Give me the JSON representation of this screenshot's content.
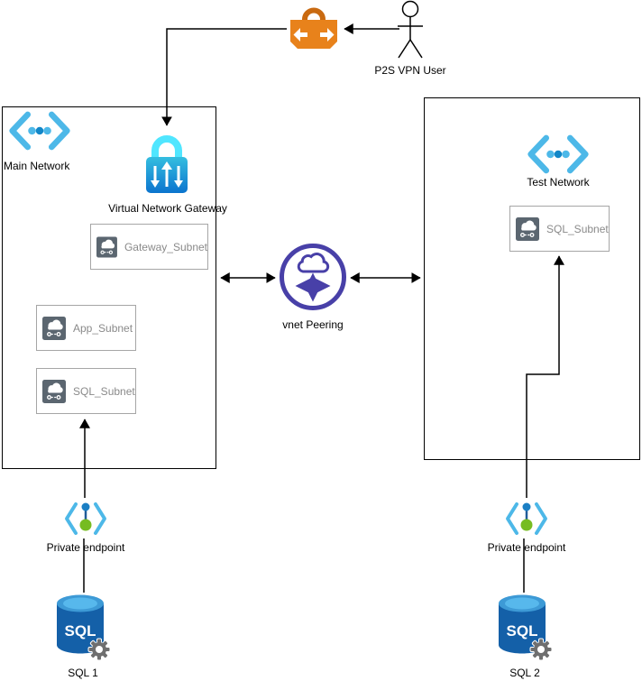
{
  "palette": {
    "vpn_orange": "#E8821B",
    "vpn_orange_dark": "#C96A11",
    "azure_cyan": "#4DB8E8",
    "azure_blue": "#1287C8",
    "vng_shackle": "#50E6FF",
    "peering_purple": "#4840A8",
    "subnet_gray": "#5B6670",
    "endpoint_green": "#76BC21",
    "endpoint_blue": "#1B7FC4",
    "sql_body_blue": "#1460A8",
    "sql_top_blue": "#57B8EC",
    "edge_black": "#000000",
    "subnet_text_gray": "#8a8a8a"
  },
  "nodes": {
    "p2s_user": {
      "label": "P2S VPN User"
    },
    "main_network": {
      "label": "Main Network",
      "gateway_label": "Virtual Network Gateway",
      "subnets": [
        {
          "label": "Gateway_Subnet"
        },
        {
          "label": "App_Subnet"
        },
        {
          "label": "SQL_Subnet"
        }
      ]
    },
    "peering": {
      "label": "vnet Peering"
    },
    "test_network": {
      "label": "Test Network",
      "subnets": [
        {
          "label": "SQL_Subnet"
        }
      ]
    },
    "endpoint_left": {
      "label": "Private endpoint"
    },
    "endpoint_right": {
      "label": "Private endpoint"
    },
    "sql1": {
      "label": "SQL 1",
      "logo": "SQL"
    },
    "sql2": {
      "label": "SQL 2",
      "logo": "SQL"
    }
  }
}
